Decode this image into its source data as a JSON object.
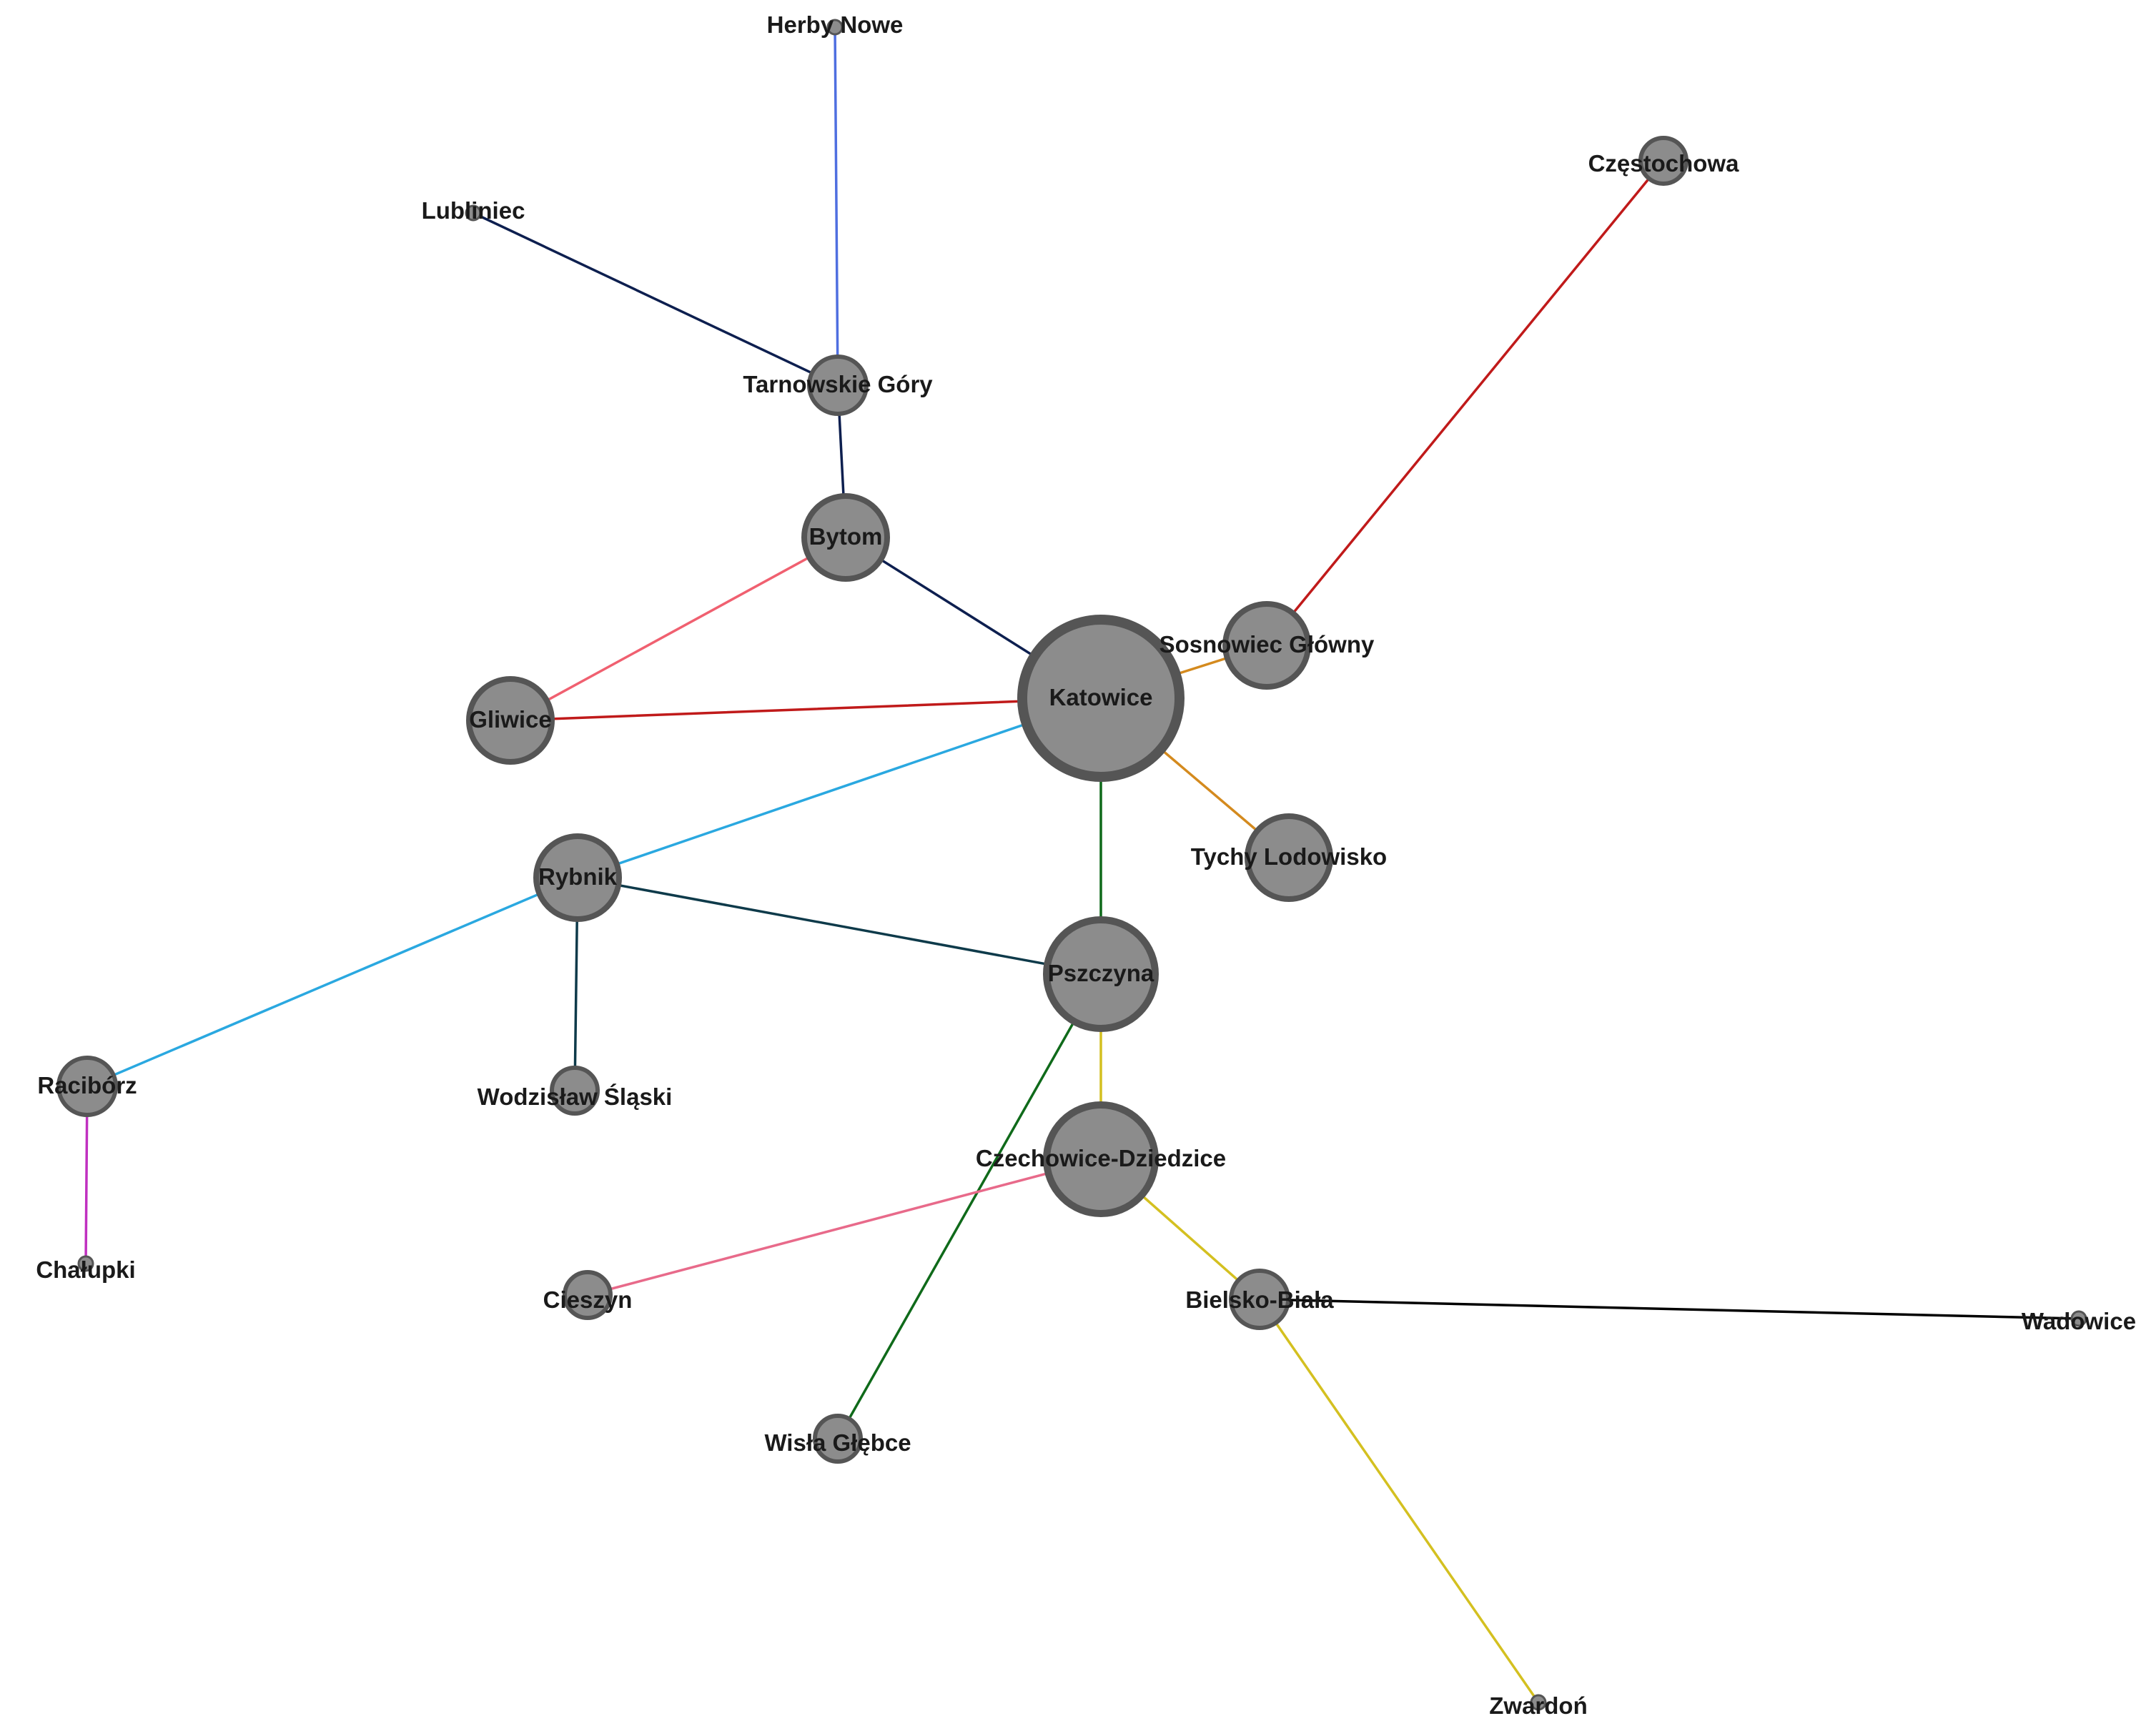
{
  "nodes": [
    {
      "id": "herby",
      "label": "Herby Nowe",
      "size": "tiny"
    },
    {
      "id": "lubliniec",
      "label": "Lubliniec",
      "size": "tiny"
    },
    {
      "id": "czestochowa",
      "label": "Częstochowa",
      "size": "small"
    },
    {
      "id": "tarnowskie",
      "label": "Tarnowskie Góry",
      "size": "medium"
    },
    {
      "id": "bytom",
      "label": "Bytom",
      "size": "large"
    },
    {
      "id": "sosnowiec",
      "label": "Sosnowiec Główny",
      "size": "large"
    },
    {
      "id": "gliwice",
      "label": "Gliwice",
      "size": "large"
    },
    {
      "id": "katowice",
      "label": "Katowice",
      "size": "huge"
    },
    {
      "id": "tychy",
      "label": "Tychy Lodowisko",
      "size": "large"
    },
    {
      "id": "rybnik",
      "label": "Rybnik",
      "size": "large"
    },
    {
      "id": "pszczyna",
      "label": "Pszczyna",
      "size": "xlarge"
    },
    {
      "id": "raciborz",
      "label": "Racibórz",
      "size": "medium"
    },
    {
      "id": "wodzislaw",
      "label": "Wodzisław Śląski",
      "size": "small"
    },
    {
      "id": "czechowice",
      "label": "Czechowice-Dziedzice",
      "size": "xlarge"
    },
    {
      "id": "chalupki",
      "label": "Chałupki",
      "size": "tiny"
    },
    {
      "id": "cieszyn",
      "label": "Cieszyn",
      "size": "small"
    },
    {
      "id": "bielsko",
      "label": "Bielsko-Biała",
      "size": "medium"
    },
    {
      "id": "wadowice",
      "label": "Wadowice",
      "size": "tiny"
    },
    {
      "id": "wisla",
      "label": "Wisła Głębce",
      "size": "small"
    },
    {
      "id": "zwardon",
      "label": "Zwardoń",
      "size": "tiny"
    }
  ],
  "edges": [
    {
      "from": "herby",
      "to": "tarnowskie",
      "color": "#4f6fe0"
    },
    {
      "from": "lubliniec",
      "to": "tarnowskie",
      "color": "#0d1f4f"
    },
    {
      "from": "tarnowskie",
      "to": "bytom",
      "color": "#0d1f4f"
    },
    {
      "from": "bytom",
      "to": "katowice",
      "color": "#0d1f4f"
    },
    {
      "from": "bytom",
      "to": "gliwice",
      "color": "#f06070"
    },
    {
      "from": "gliwice",
      "to": "katowice",
      "color": "#c01a1a"
    },
    {
      "from": "czestochowa",
      "to": "sosnowiec",
      "color": "#c01a1a"
    },
    {
      "from": "katowice",
      "to": "sosnowiec",
      "color": "#d48a1e"
    },
    {
      "from": "katowice",
      "to": "tychy",
      "color": "#d48a1e"
    },
    {
      "from": "katowice",
      "to": "rybnik",
      "color": "#2aa8e0"
    },
    {
      "from": "rybnik",
      "to": "raciborz",
      "color": "#2aa8e0"
    },
    {
      "from": "katowice",
      "to": "pszczyna",
      "color": "#0f6a1a"
    },
    {
      "from": "pszczyna",
      "to": "wisla",
      "color": "#0f6a1a"
    },
    {
      "from": "rybnik",
      "to": "pszczyna",
      "color": "#0e3a4a"
    },
    {
      "from": "rybnik",
      "to": "wodzislaw",
      "color": "#0e3a4a"
    },
    {
      "from": "raciborz",
      "to": "chalupki",
      "color": "#c030c0"
    },
    {
      "from": "pszczyna",
      "to": "czechowice",
      "color": "#d4c020"
    },
    {
      "from": "czechowice",
      "to": "bielsko",
      "color": "#d4c020"
    },
    {
      "from": "bielsko",
      "to": "zwardon",
      "color": "#d4c020"
    },
    {
      "from": "czechowice",
      "to": "cieszyn",
      "color": "#e86a8a"
    },
    {
      "from": "bielsko",
      "to": "wadowice",
      "color": "#000000"
    }
  ]
}
